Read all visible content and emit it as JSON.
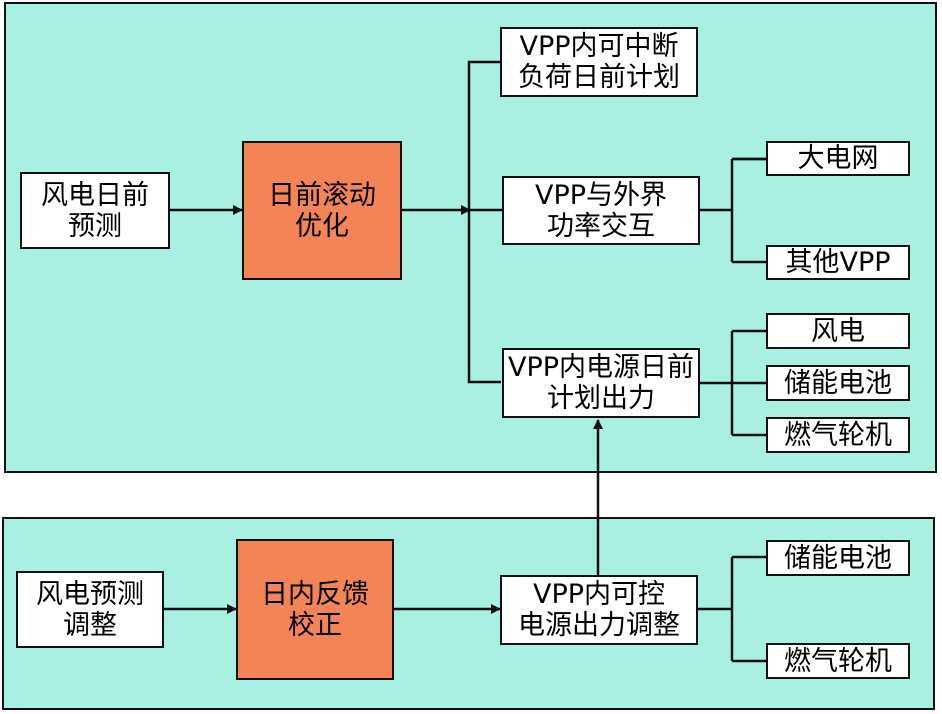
{
  "colors": {
    "panel": "#aaf0e2",
    "highlight": "#f28455",
    "box": "#ffffff",
    "line": "#111111"
  },
  "day_ahead": {
    "wind_forecast": "风电日前\n预测",
    "rolling_opt": "日前滚动\n优化",
    "interruptible_load": "VPP内可中断\n负荷日前计划",
    "power_exchange": "VPP与外界\n功率交互",
    "grid": "大电网",
    "other_vpp": "其他VPP",
    "source_plan": "VPP内电源日前\n计划出力",
    "wind": "风电",
    "battery": "储能电池",
    "gas_turbine": "燃气轮机"
  },
  "intraday": {
    "wind_adjust": "风电预测\n调整",
    "feedback": "日内反馈\n校正",
    "controllable": "VPP内可控\n电源出力调整",
    "battery": "储能电池",
    "gas_turbine": "燃气轮机"
  }
}
